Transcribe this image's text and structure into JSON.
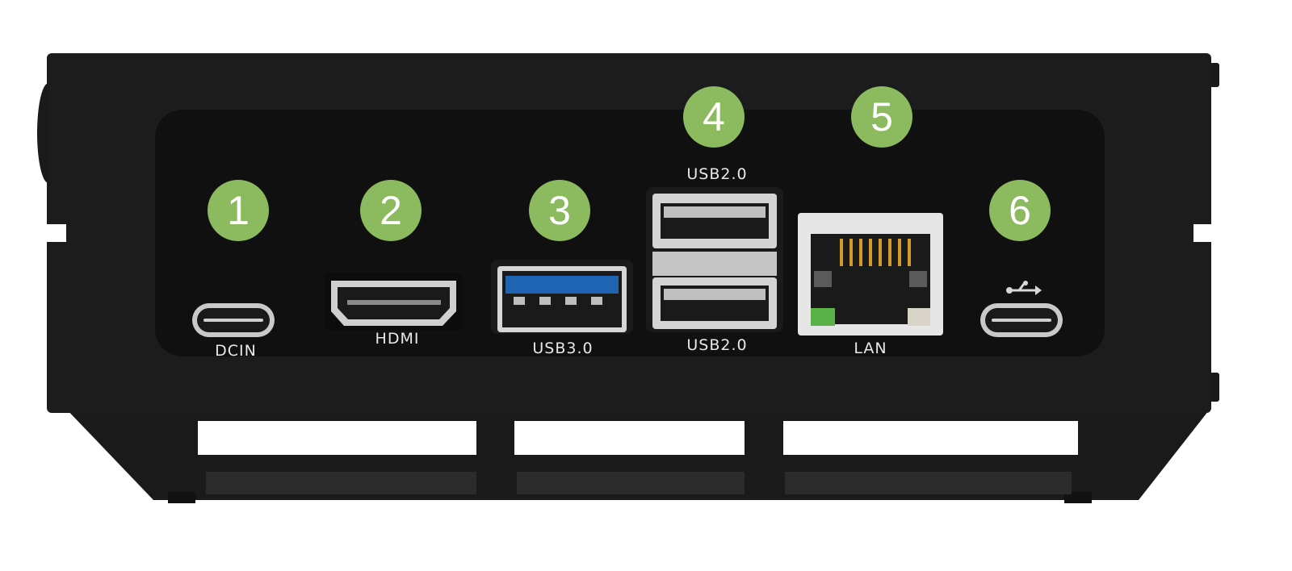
{
  "colors": {
    "badge": "#8cba5f",
    "enclosure": "#1c1c1c",
    "panel": "#0f0f0f",
    "usb3_blue": "#1f63b3",
    "lan_pins": "#d39a2a",
    "led_green": "#5bb14a"
  },
  "ports": [
    {
      "number": "1",
      "label": "DCIN",
      "icon": "usb-c-port-icon"
    },
    {
      "number": "2",
      "label": "HDMI",
      "icon": "hdmi-port-icon"
    },
    {
      "number": "3",
      "label": "USB3.0",
      "icon": "usb3-port-icon"
    },
    {
      "number": "4",
      "label_top": "USB2.0",
      "label_bottom": "USB2.0",
      "icon": "usb2-dual-port-icon"
    },
    {
      "number": "5",
      "label": "LAN",
      "icon": "rj45-port-icon"
    },
    {
      "number": "6",
      "label": "",
      "icon": "usb-c-port-icon",
      "symbol": "usb-symbol-icon"
    }
  ]
}
